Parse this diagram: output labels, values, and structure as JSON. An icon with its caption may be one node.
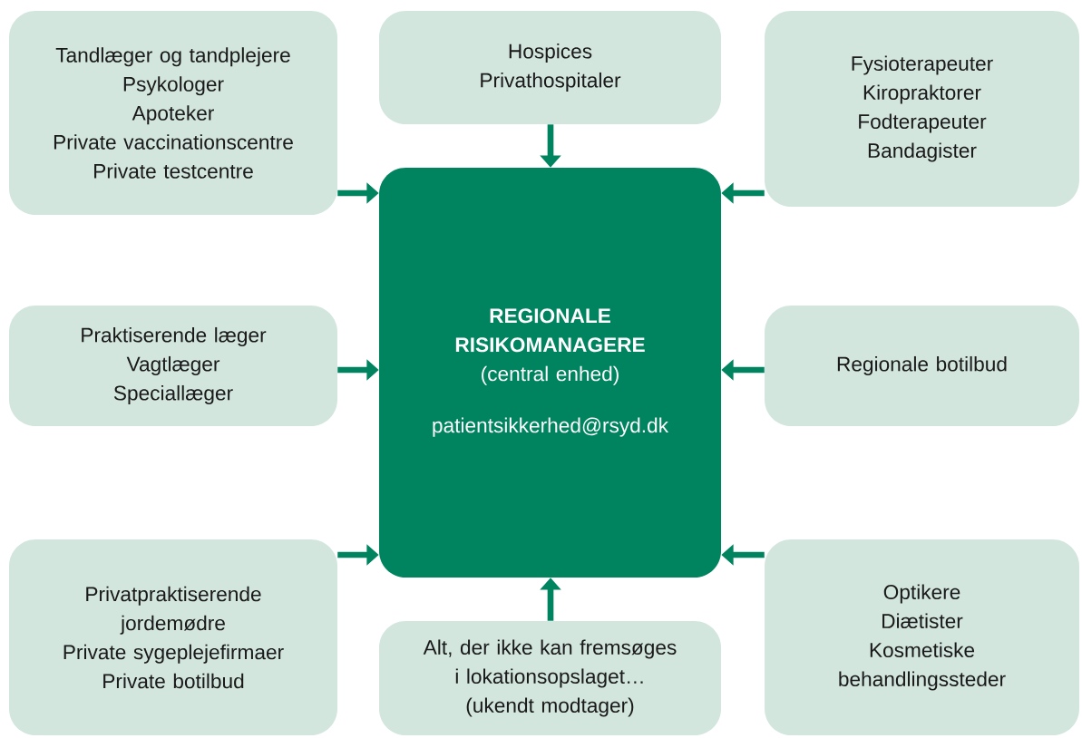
{
  "diagram": {
    "nodes": [
      {
        "text": [
          "Tandlæger og tandplejere",
          "Psykologer",
          "Apoteker",
          "Private vaccinationscentre",
          "Private testcentre"
        ]
      },
      {
        "text": [
          "Hospices",
          "Privathospitaler"
        ]
      },
      {
        "text": [
          "Fysioterapeuter",
          "Kiropraktorer",
          "Fodterapeuter",
          "Bandagister"
        ]
      },
      {
        "text": [
          "Praktiserende læger",
          "Vagtlæger",
          "Speciallæger"
        ]
      },
      {
        "text": [
          "REGIONALE RISIKOMANAGERE",
          "(central enhed)",
          "patientsikkerhed@rsyd.dk"
        ]
      },
      {
        "text": [
          "Regionale botilbud"
        ]
      },
      {
        "text": [
          "Privatpraktiserende jordemødre",
          "Private sygeplejefirmaer",
          "Private botilbud"
        ]
      },
      {
        "text": [
          "Alt, der ikke kan fremsøges i lokationsopslaget…",
          "(ukendt modtager)"
        ]
      },
      {
        "text": [
          "Optikere",
          "Diætister",
          "Kosmetiske behandlingssteder"
        ]
      }
    ],
    "edges": [
      {
        "from": 0,
        "to": 4,
        "arrow": "to"
      },
      {
        "from": 1,
        "to": 4,
        "arrow": "to"
      },
      {
        "from": 2,
        "to": 4,
        "arrow": "to"
      },
      {
        "from": 3,
        "to": 4,
        "arrow": "to"
      },
      {
        "from": 5,
        "to": 4,
        "arrow": "to"
      },
      {
        "from": 6,
        "to": 4,
        "arrow": "to"
      },
      {
        "from": 7,
        "to": 4,
        "arrow": "to"
      },
      {
        "from": 8,
        "to": 4,
        "arrow": "to"
      }
    ]
  }
}
